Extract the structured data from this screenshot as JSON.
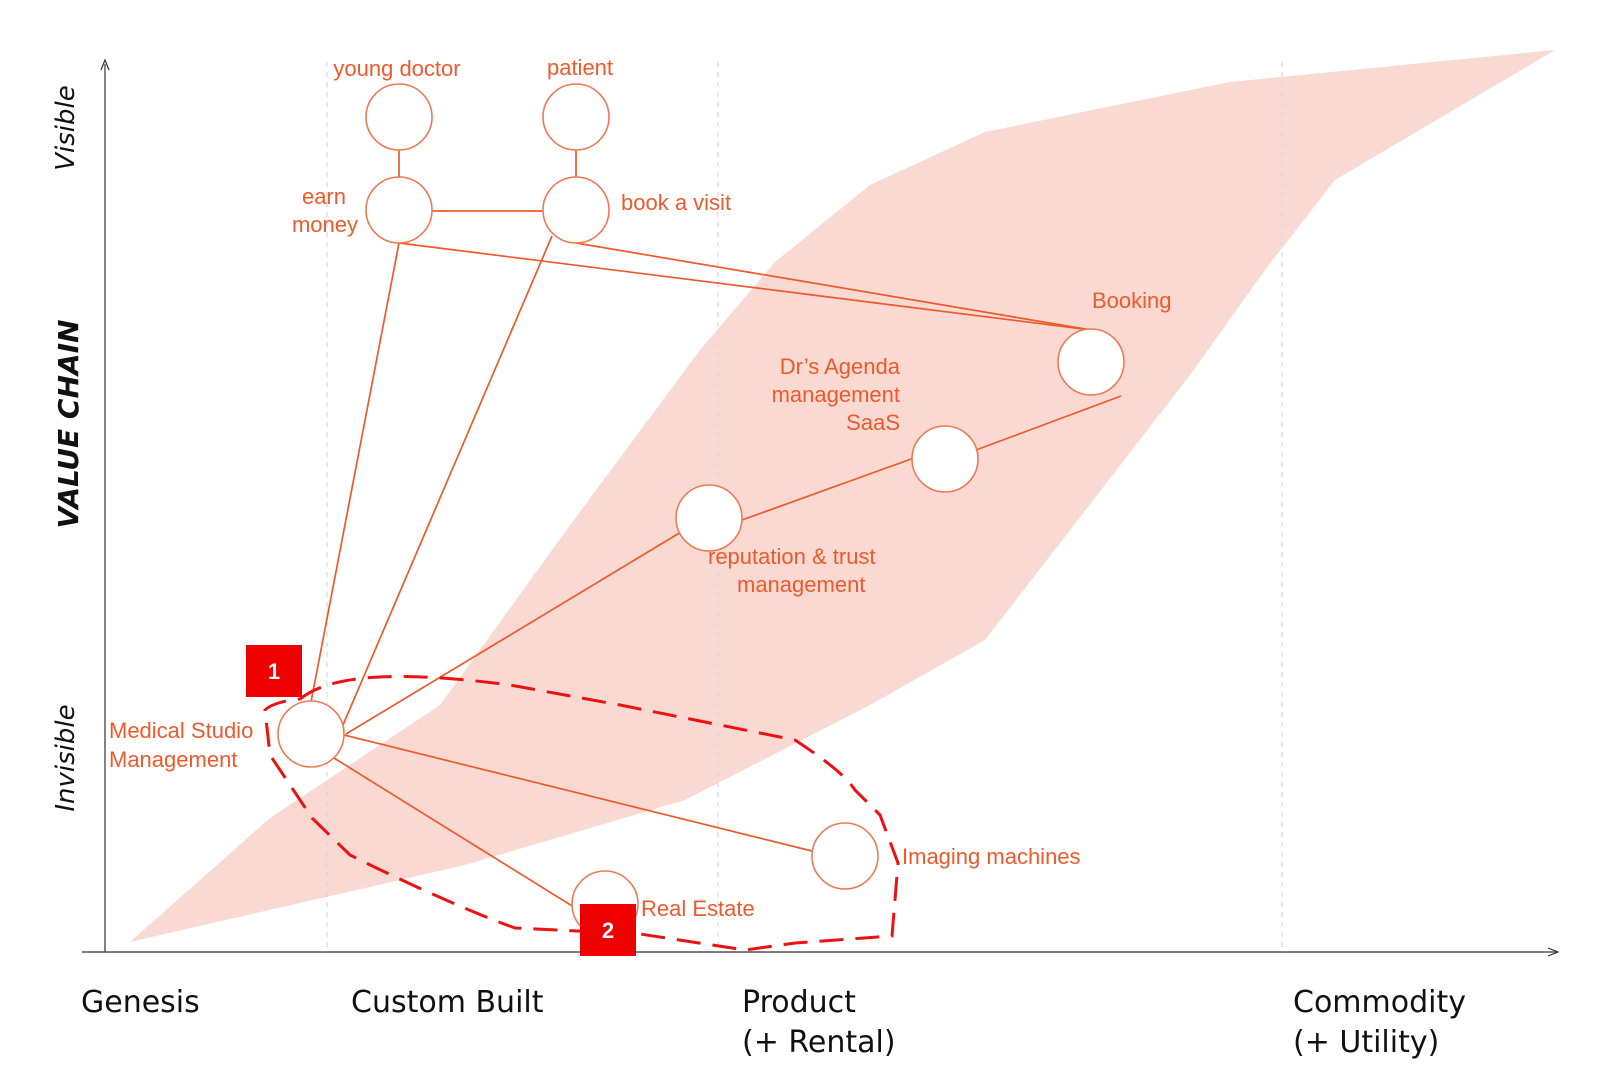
{
  "axes": {
    "y_title": "VALUE CHAIN",
    "y_top": "Visible",
    "y_bottom": "Invisible",
    "stages": [
      {
        "line1": "Genesis",
        "line2": ""
      },
      {
        "line1": "Custom Built",
        "line2": ""
      },
      {
        "line1": "Product",
        "line2": "(+ Rental)"
      },
      {
        "line1": "Commodity",
        "line2": "(+ Utility)"
      }
    ]
  },
  "nodes": {
    "young_doctor": {
      "label": "young doctor"
    },
    "patient": {
      "label": "patient"
    },
    "earn_money": {
      "line1": "earn",
      "line2": "money"
    },
    "book_visit": {
      "label": "book a visit"
    },
    "booking": {
      "label": "Booking"
    },
    "agenda": {
      "line1": "Dr’s Agenda",
      "line2": "management",
      "line3": "SaaS"
    },
    "reputation": {
      "line1": "reputation & trust",
      "line2": "management"
    },
    "medical_studio": {
      "line1": "Medical Studio",
      "line2": "Management"
    },
    "imaging": {
      "label": "Imaging machines"
    },
    "real_estate": {
      "label": "Real Estate"
    }
  },
  "markers": {
    "m1": "1",
    "m2": "2"
  },
  "colors": {
    "component": "#ee5a2b",
    "band": "#f9d9d1",
    "marker": "#ee0000",
    "region_outline": "#ee1111"
  }
}
